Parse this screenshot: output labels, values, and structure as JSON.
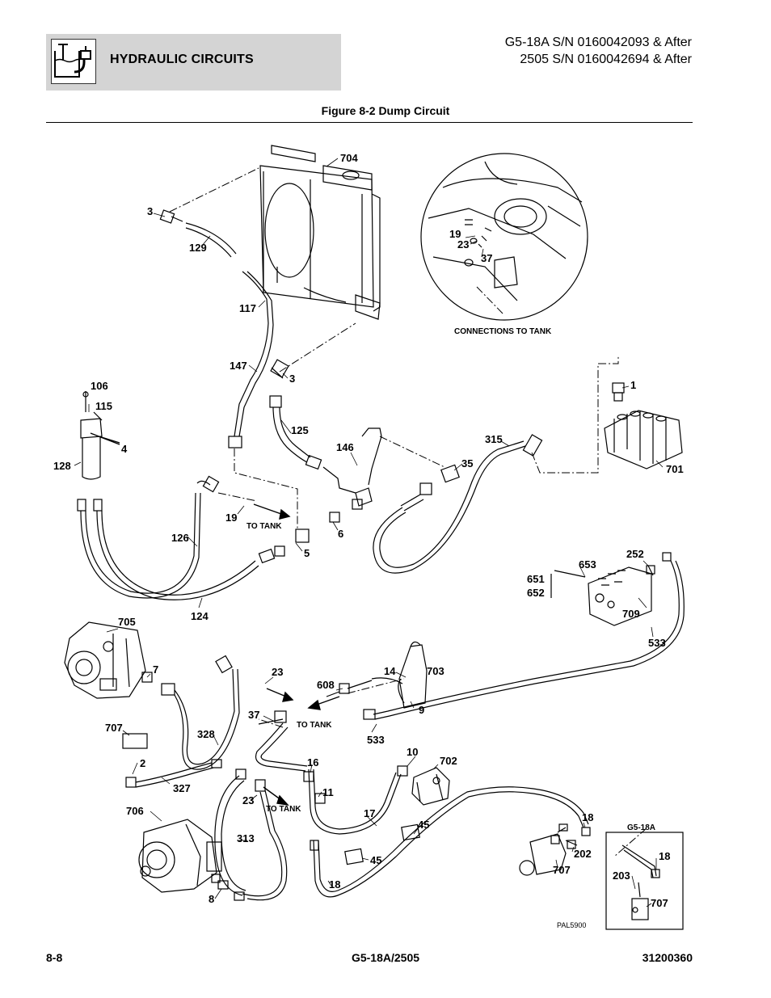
{
  "header": {
    "section_title": "HYDRAULIC CIRCUITS",
    "serial_line1": "G5-18A S/N 0160042093 & After",
    "serial_line2": "2505 S/N 0160042694 & After",
    "icon": "hydraulic-reservoir-icon"
  },
  "figure": {
    "title": "Figure 8-2 Dump Circuit",
    "code": "PAL5900",
    "inset_caption": "CONNECTIONS TO TANK",
    "inset2_title": "G5-18A",
    "to_tank_1": "TO TANK",
    "to_tank_2": "TO TANK",
    "to_tank_3": "TO TANK",
    "callouts": {
      "c704": "704",
      "c3a": "3",
      "c129": "129",
      "c117": "117",
      "c147": "147",
      "c3b": "3",
      "c19a": "19",
      "c23a": "23",
      "c37a": "37",
      "c106": "106",
      "c115": "115",
      "c4": "4",
      "c128": "128",
      "c125": "125",
      "c146": "146",
      "c315": "315",
      "c35": "35",
      "c1": "1",
      "c701": "701",
      "c19b": "19",
      "c6": "6",
      "c5": "5",
      "c126": "126",
      "c124": "124",
      "c653": "653",
      "c252": "252",
      "c651": "651",
      "c652": "652",
      "c709": "709",
      "c533a": "533",
      "c705": "705",
      "c7": "7",
      "c23b": "23",
      "c14": "14",
      "c703": "703",
      "c608": "608",
      "c9": "9",
      "c37b": "37",
      "c533b": "533",
      "c707a": "707",
      "c328": "328",
      "c2": "2",
      "c327": "327",
      "c10": "10",
      "c702": "702",
      "c16": "16",
      "c11": "11",
      "c23c": "23",
      "c706": "706",
      "c17": "17",
      "c45a": "45",
      "c45b": "45",
      "c18a": "18",
      "c313": "313",
      "c8": "8",
      "c18b": "18",
      "c202": "202",
      "c707b": "707",
      "c18c": "18",
      "c203": "203",
      "c707c": "707"
    }
  },
  "footer": {
    "page_number": "8-8",
    "model": "G5-18A/2505",
    "doc_number": "31200360"
  }
}
